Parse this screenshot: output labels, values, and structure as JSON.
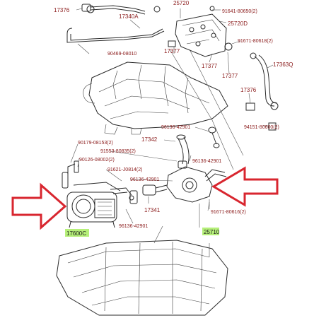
{
  "diagram": {
    "part_labels": {
      "p17376_top": "17376",
      "p25720_top": "25720",
      "p91641": "91641-80650(2)",
      "p17340A": "17340A",
      "p25720D": "25720D",
      "p90469": "90469-08010",
      "p17377_a": "17377",
      "p91671_a": "91671-80618(2)",
      "p17377_b": "17377",
      "p17377_c": "17377",
      "p17363Q": "17363Q",
      "p17376_right": "17376",
      "p94151": "94151-80600(2)",
      "p96136_a": "96136-42901",
      "p17342": "17342",
      "p90179": "90179-08153(2)",
      "p91553": "91553-80835(2)",
      "p96136_b": "96136-42901",
      "p90126": "90126-08002(2)",
      "p91621": "91621-J0814(2)",
      "p96136_c": "96136-42901",
      "p17341": "17341",
      "p96136_d": "96136-42901",
      "p91671_b": "91671-80616(2)"
    },
    "highlighted_labels": {
      "pump": "17600C",
      "valve": "25710"
    },
    "colors": {
      "label_text": "#8a1a1a",
      "highlight": "#b6f07a",
      "arrow_outline": "#d8262f",
      "line_art": "#2a2a2a"
    }
  }
}
